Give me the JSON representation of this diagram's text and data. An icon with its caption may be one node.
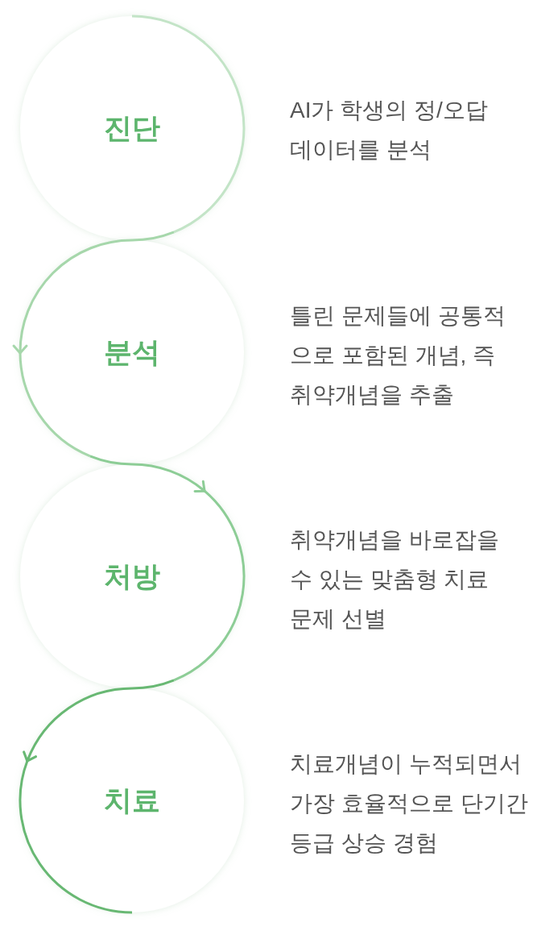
{
  "diagram": {
    "nodes": [
      {
        "text": [
          "진단"
        ]
      },
      {
        "text": [
          "분석"
        ]
      },
      {
        "text": [
          "처방"
        ]
      },
      {
        "text": [
          "치료"
        ]
      }
    ],
    "edges": [
      {
        "from": 0,
        "to": 1,
        "arrow": "to",
        "color": "#a6d7ab"
      },
      {
        "from": 1,
        "to": 2,
        "arrow": "to",
        "color": "#8dcd96"
      },
      {
        "from": 2,
        "to": 3,
        "arrow": "to",
        "color": "#68b873"
      }
    ],
    "labels": [
      "AI가 학생의 정/오답 데이터를 분석",
      "틀린 문제들에 공통적으로 포함된 개념, 즉 취약개념을 추출",
      "취약개념을 바로잡을 수 있는 맞춤형 치료 문제 선별",
      "치료개념이 누적되면서 가장 효율적으로 단기간 등급 상승 경험"
    ]
  }
}
